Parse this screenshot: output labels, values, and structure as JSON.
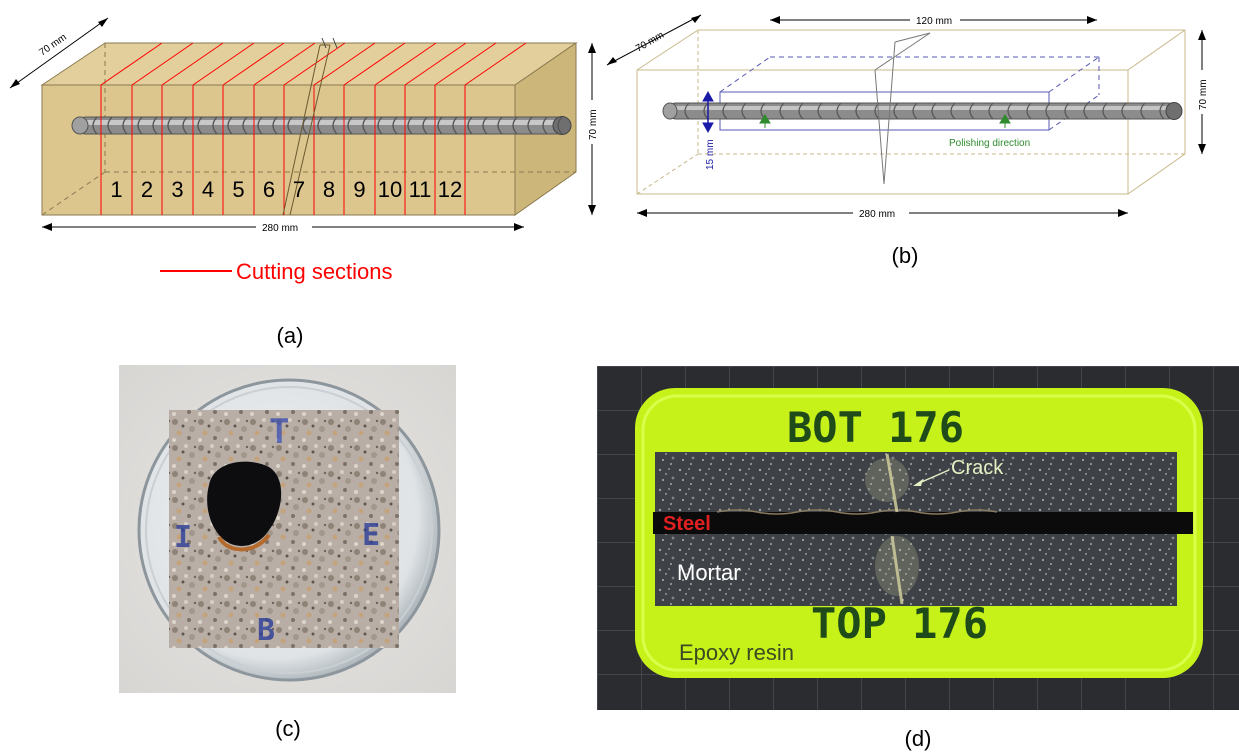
{
  "panel_a": {
    "dim_depth": "70 mm",
    "dim_height": "70 mm",
    "dim_length": "280 mm",
    "section_numbers": [
      "1",
      "2",
      "3",
      "4",
      "5",
      "6",
      "7",
      "8",
      "9",
      "10",
      "11",
      "12"
    ],
    "legend_label": "Cutting sections",
    "caption": "(a)",
    "colors": {
      "block": "#dcc68e",
      "cut_line": "#ff0000",
      "legend": "#ff0000"
    }
  },
  "panel_b": {
    "dim_depth": "70 mm",
    "dim_length_top": "120 mm",
    "dim_height": "70 mm",
    "dim_offset": "15 mm",
    "dim_length": "280 mm",
    "polishing_label": "Polishing direction",
    "caption": "(b)",
    "colors": {
      "polishing": "#2e8b2e",
      "offset_arrow": "#1a1aa8"
    }
  },
  "panel_c": {
    "caption": "(c)",
    "sample_letters": [
      "T",
      "I",
      "E",
      "B"
    ]
  },
  "panel_d": {
    "top_text": "BOT 176",
    "crack_label": "Crack",
    "steel_label": "Steel",
    "mortar_label": "Mortar",
    "bottom_text": "TOP 176",
    "epoxy_label": "Epoxy resin",
    "caption": "(d)"
  }
}
